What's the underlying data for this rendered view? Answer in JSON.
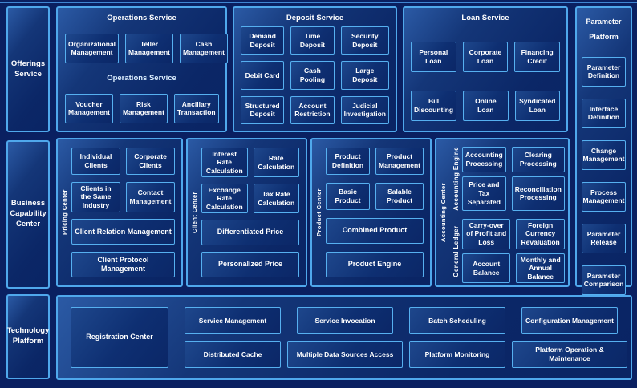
{
  "rails": {
    "offerings": "Offerings Service",
    "business": "Business Capability Center",
    "technology": "Technology Platform"
  },
  "operations": {
    "title": "Operations Service",
    "subtitle": "Operations Service",
    "items": [
      "Organizational Management",
      "Teller Management",
      "Cash Management",
      "Voucher Management",
      "Risk Management",
      "Ancillary Transaction"
    ]
  },
  "deposit": {
    "title": "Deposit Service",
    "items": [
      "Demand Deposit",
      "Time Deposit",
      "Security Deposit",
      "Debit Card",
      "Cash Pooling",
      "Large Deposit",
      "Structured Deposit",
      "Account Restriction",
      "Judicial Investigation"
    ]
  },
  "loan": {
    "title": "Loan Service",
    "items": [
      "Personal Loan",
      "Corporate Loan",
      "Financing Credit",
      "Bill Discounting",
      "Online Loan",
      "Syndicated Loan"
    ]
  },
  "parameter": {
    "title": "Parameter Platform",
    "items": [
      "Parameter Definition",
      "Interface Definition",
      "Change Management",
      "Process Management",
      "Parameter Release",
      "Parameter Comparison"
    ]
  },
  "pricing": {
    "label": "Pricing Center",
    "items": [
      "Individual Clients",
      "Corporate Clients",
      "Clients in the Same Industry",
      "Contact Management"
    ],
    "wide": [
      "Client Relation Management",
      "Client Protocol Management"
    ]
  },
  "client": {
    "label": "Client Center",
    "items": [
      "Interest Rate Calculation",
      "Rate Calculation",
      "Exchange Rate Calculation",
      "Tax Rate Calculation"
    ],
    "wide": [
      "Differentiated Price",
      "Personalized Price"
    ]
  },
  "product": {
    "label": "Product Center",
    "items": [
      "Product Definition",
      "Product Management",
      "Basic Product",
      "Salable Product"
    ],
    "wide": [
      "Combined Product",
      "Product Engine"
    ]
  },
  "accounting": {
    "label": "Accounting Center",
    "engine": {
      "label": "Accounting Engine",
      "items": [
        "Accounting Processing",
        "Clearing Processing",
        "Price and Tax Separated",
        "Reconciliation Processing"
      ]
    },
    "ledger": {
      "label": "General Ledger",
      "items": [
        "Carry-over of Profit and Loss",
        "Foreign Currency Revaluation",
        "Account Balance",
        "Monthly and Annual Balance"
      ]
    }
  },
  "technology": {
    "registration": "Registration Center",
    "columns": [
      {
        "top": "Service Management",
        "bottom": "Distributed Cache"
      },
      {
        "top": "Service Invocation",
        "bottom": "Multiple Data Sources Access"
      },
      {
        "top": "Batch Scheduling",
        "bottom": "Platform Monitoring"
      },
      {
        "top": "Configuration Management",
        "bottom": "Platform Operation & Maintenance"
      }
    ]
  }
}
